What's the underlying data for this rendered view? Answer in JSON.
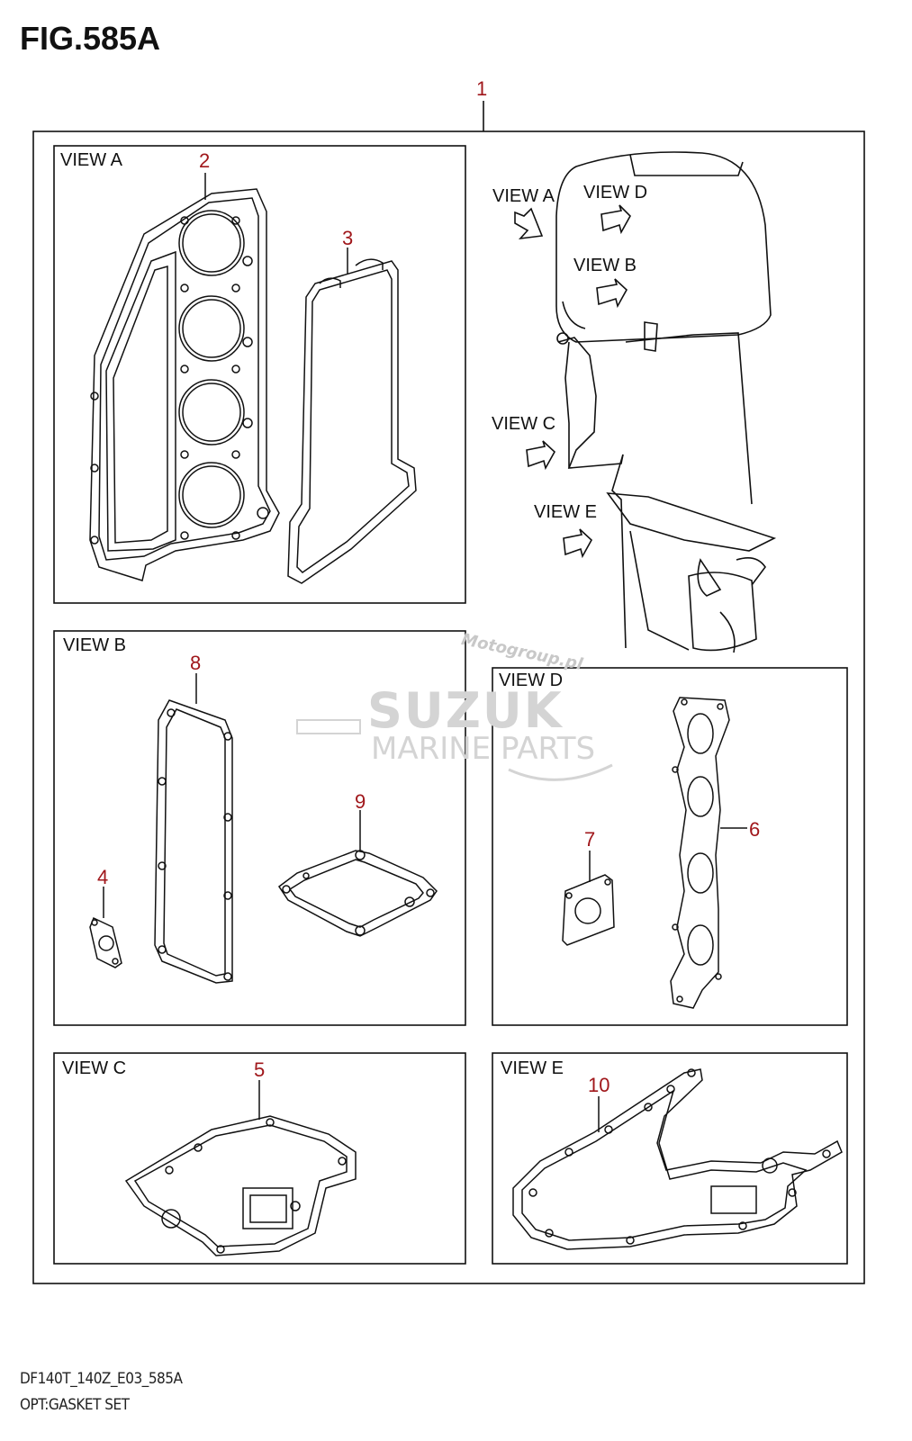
{
  "figure": {
    "title": "FIG.585A"
  },
  "assembly_callout": "1",
  "views": {
    "a": {
      "label": "VIEW A",
      "callouts": [
        "2",
        "3"
      ]
    },
    "b": {
      "label": "VIEW B",
      "callouts": [
        "8",
        "9",
        "4"
      ]
    },
    "c": {
      "label": "VIEW C",
      "callouts": [
        "5"
      ]
    },
    "d": {
      "label": "VIEW D",
      "callouts": [
        "7",
        "6"
      ]
    },
    "e": {
      "label": "VIEW E",
      "callouts": [
        "10"
      ]
    }
  },
  "engine_pointers": [
    "VIEW A",
    "VIEW D",
    "VIEW B",
    "VIEW C",
    "VIEW E"
  ],
  "watermark": {
    "brand": "SUZUK",
    "sub": "MARINE PARTS",
    "site": "Motogroup.pl"
  },
  "footer": {
    "model_code": "DF140T_140Z_E03_585A",
    "caption": "OPT:GASKET SET"
  },
  "colors": {
    "callout": "#a0171b",
    "line": "#111111",
    "watermark": "#d4d4d4"
  }
}
